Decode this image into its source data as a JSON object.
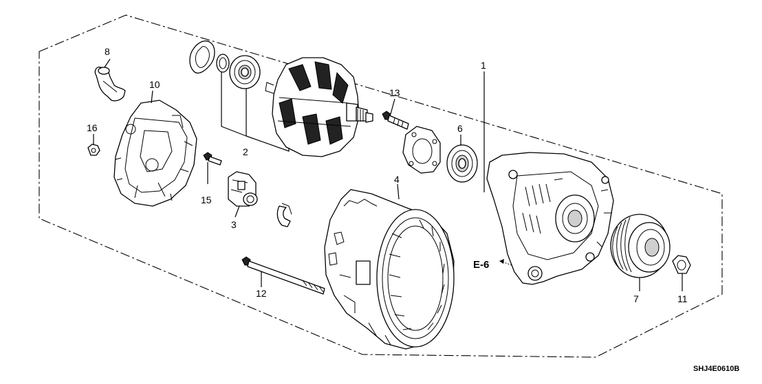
{
  "diagram": {
    "part_labels": [
      "1",
      "2",
      "3",
      "4",
      "6",
      "7",
      "8",
      "10",
      "11",
      "12",
      "13",
      "15",
      "16"
    ],
    "reference": "E-6",
    "drawing_code": "SHJ4E0610B"
  }
}
